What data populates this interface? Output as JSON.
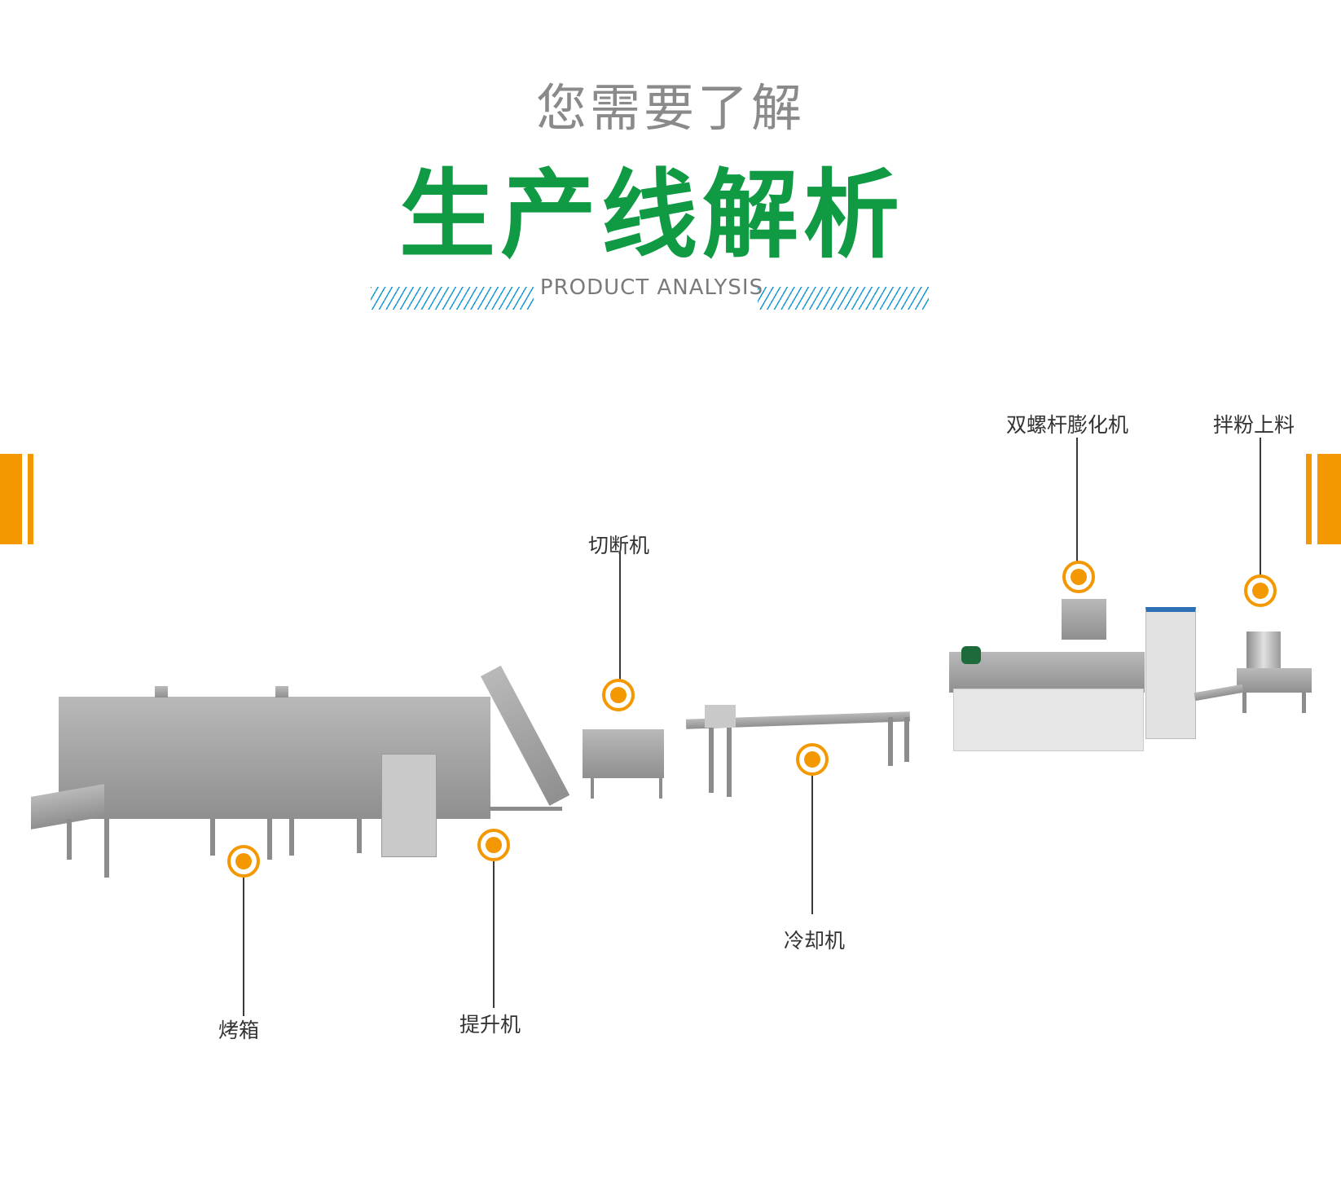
{
  "header": {
    "subtitle": "您需要了解",
    "title": "生产线解析",
    "english": "PRODUCT ANALYSIS"
  },
  "colors": {
    "title_green": "#0f9a43",
    "accent_orange": "#f39800",
    "hatch_blue": "#1a9ad6",
    "subtitle_gray": "#8a8a8a"
  },
  "callouts": [
    {
      "id": "oven",
      "label": "烤箱"
    },
    {
      "id": "elevator",
      "label": "提升机"
    },
    {
      "id": "cutter",
      "label": "切断机"
    },
    {
      "id": "cooler",
      "label": "冷却机"
    },
    {
      "id": "extruder",
      "label": "双螺杆膨化机"
    },
    {
      "id": "mixer",
      "label": "拌粉上料"
    }
  ]
}
